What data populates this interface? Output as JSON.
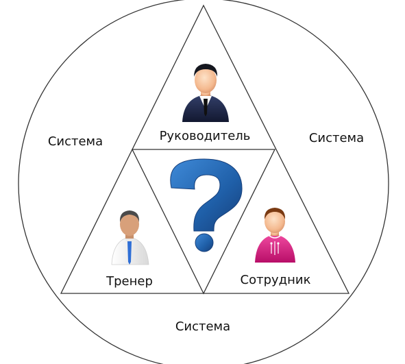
{
  "labels": {
    "system_left": "Система",
    "system_right": "Система",
    "system_bottom": "Система",
    "manager": "Руководитель",
    "trainer": "Тренер",
    "employee": "Сотрудник"
  },
  "icons": {
    "manager": "businessman-icon",
    "trainer": "trainer-person-icon",
    "employee": "employee-person-icon",
    "center": "question-mark-icon"
  },
  "colors": {
    "lines": "#333333",
    "question_mark": "#1f5fa8",
    "manager_suit": "#1c2340",
    "employee_shirt": "#d6177e",
    "trainer_shirt": "#f2f2f2",
    "tie_blue": "#2f6fd6"
  }
}
